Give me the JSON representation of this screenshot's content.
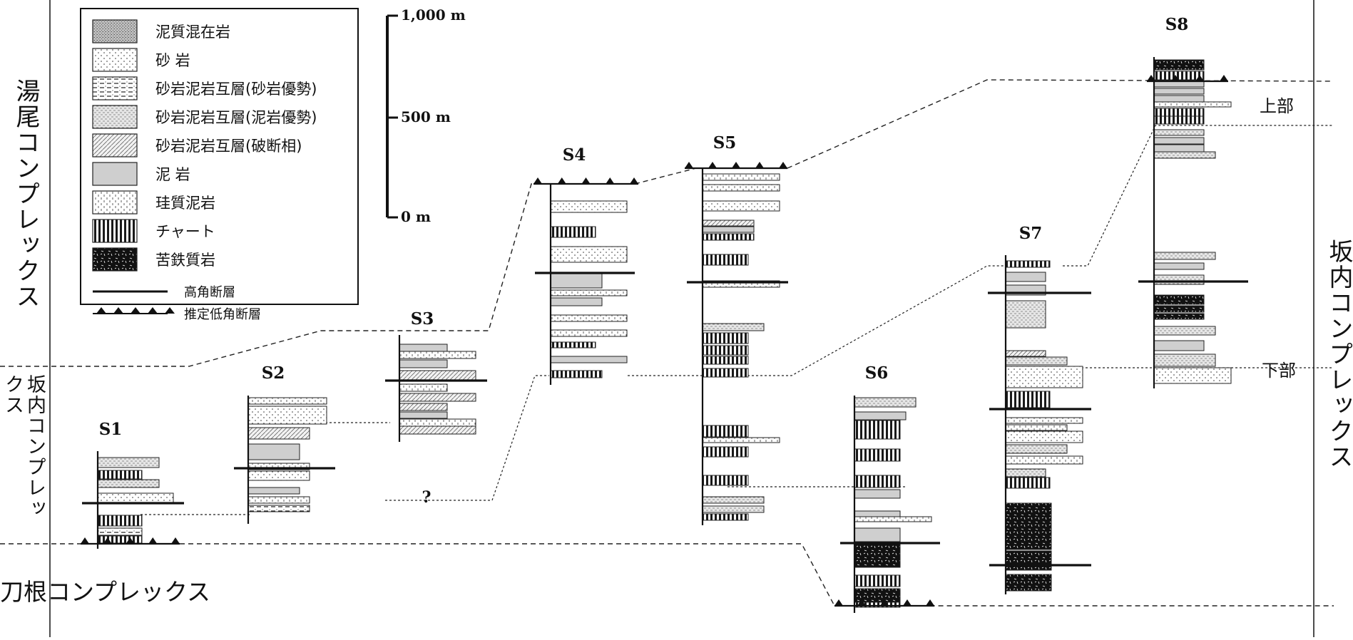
{
  "complex_labels": {
    "yuo": "湯尾コンプレックス",
    "sakauchi_left": "坂内コンプレックス",
    "sakauchi_right": "坂内コンプレックス",
    "tone": "刀根コンプレックス",
    "upper": "上部",
    "lower": "下部",
    "question": "?"
  },
  "legend": {
    "items": [
      {
        "key": "mud_melange",
        "label": "泥質混在岩"
      },
      {
        "key": "sandstone",
        "label": "砂 岩"
      },
      {
        "key": "alt_sand",
        "label": "砂岩泥岩互層(砂岩優勢)"
      },
      {
        "key": "alt_mud",
        "label": "砂岩泥岩互層(泥岩優勢)"
      },
      {
        "key": "alt_broken",
        "label": "砂岩泥岩互層(破断相)"
      },
      {
        "key": "mudstone",
        "label": "泥 岩"
      },
      {
        "key": "siliceous",
        "label": "珪質泥岩"
      },
      {
        "key": "chert",
        "label": "チャート"
      },
      {
        "key": "basalt",
        "label": "苦鉄質岩"
      }
    ],
    "high_angle_fault": "高角断層",
    "low_angle_fault": "推定低角断層"
  },
  "scale": {
    "top": "1,000 m",
    "mid": "500 m",
    "bottom": "0 m"
  },
  "sections": [
    {
      "id": "S1",
      "label": "S1"
    },
    {
      "id": "S2",
      "label": "S2"
    },
    {
      "id": "S3",
      "label": "S3"
    },
    {
      "id": "S4",
      "label": "S4"
    },
    {
      "id": "S5",
      "label": "S5"
    },
    {
      "id": "S6",
      "label": "S6"
    },
    {
      "id": "S7",
      "label": "S7"
    },
    {
      "id": "S8",
      "label": "S8"
    }
  ]
}
